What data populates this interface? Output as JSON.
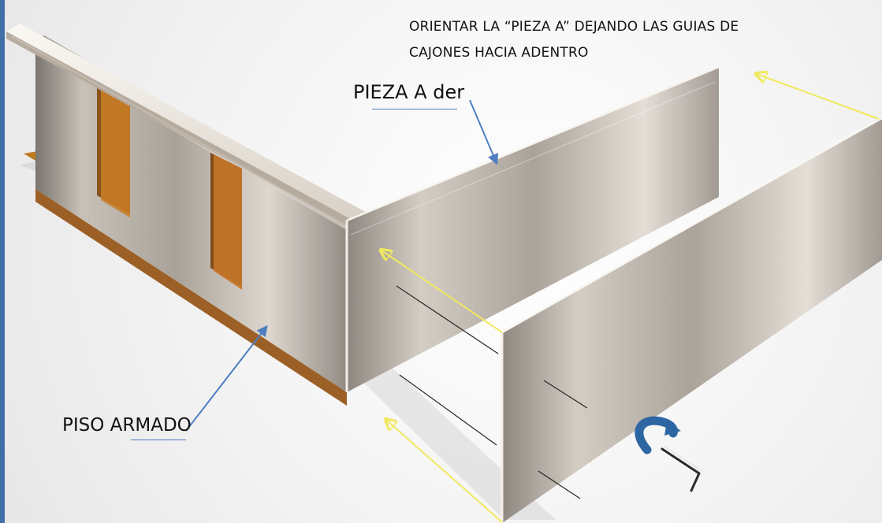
{
  "instruction": {
    "line1": "ORIENTAR LA “PIEZA A” DEJANDO LAS GUIAS DE",
    "line2": "CAJONES HACIA ADENTRO"
  },
  "labels": {
    "piece_a": "PIEZA A der",
    "floor": "PISO ARMADO"
  },
  "colors": {
    "frame": "#3f6fa6",
    "arrow": "#4e7ec0",
    "guide": "#f0e95f",
    "rotate": "#2d66a3"
  },
  "icons": {
    "rotate": "curved-rotate-arrow-icon",
    "tool": "allen-key-icon"
  }
}
